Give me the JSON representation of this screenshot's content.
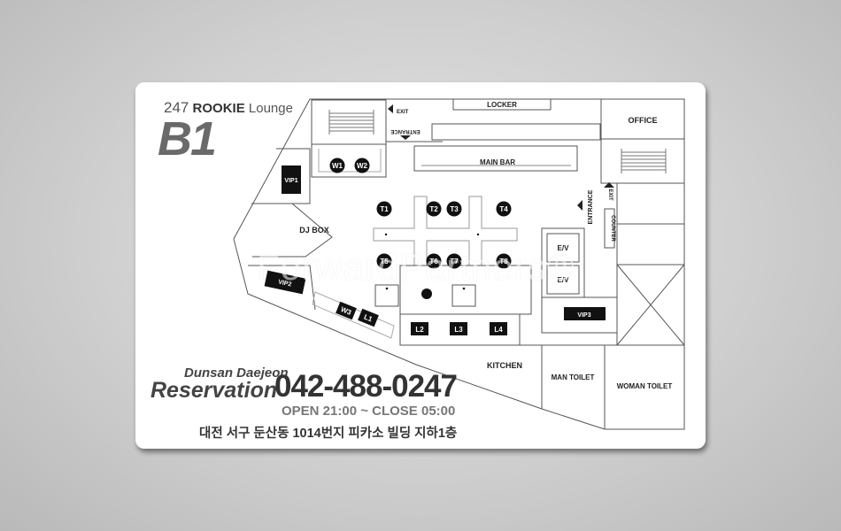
{
  "header": {
    "number": "247",
    "name_bold": "ROOKIE",
    "name_rest": "Lounge",
    "floor": "B1"
  },
  "rooms": {
    "office": "OFFICE",
    "locker": "LOCKER",
    "main_bar": "MAIN BAR",
    "dj_box": "DJ BOX",
    "kitchen": "KITCHEN",
    "man_toilet": "MAN TOILET",
    "woman_toilet": "WOMAN TOILET",
    "ev1": "E/V",
    "ev2": "E/V",
    "counter": "COUNTER"
  },
  "signs": {
    "exit_top": "EXIT",
    "entrance_top": "ENTRANCE",
    "entrance_right": "ENTRANCE",
    "exit_right": "EXIT"
  },
  "seats": {
    "vip1": "VIP1",
    "vip2": "VIP2",
    "vip3": "VIP3",
    "w1": "W1",
    "w2": "W2",
    "w3": "W3",
    "l1": "L1",
    "l2": "L2",
    "l3": "L3",
    "l4": "L4",
    "t1": "T1",
    "t2": "T2",
    "t3": "T3",
    "t4": "T4",
    "t5": "T5",
    "t6": "T6",
    "t7": "T7",
    "t8": "T8"
  },
  "info": {
    "location": "Dunsan Daejeon",
    "reservation_label": "Reservation",
    "phone": "042-488-0247",
    "hours": "OPEN 21:00 ~ CLOSE 05:00",
    "address": "대전 서구 둔산동 1014번지 피카소 빌딩 지하1층"
  },
  "watermark": "ForwardPartners®"
}
